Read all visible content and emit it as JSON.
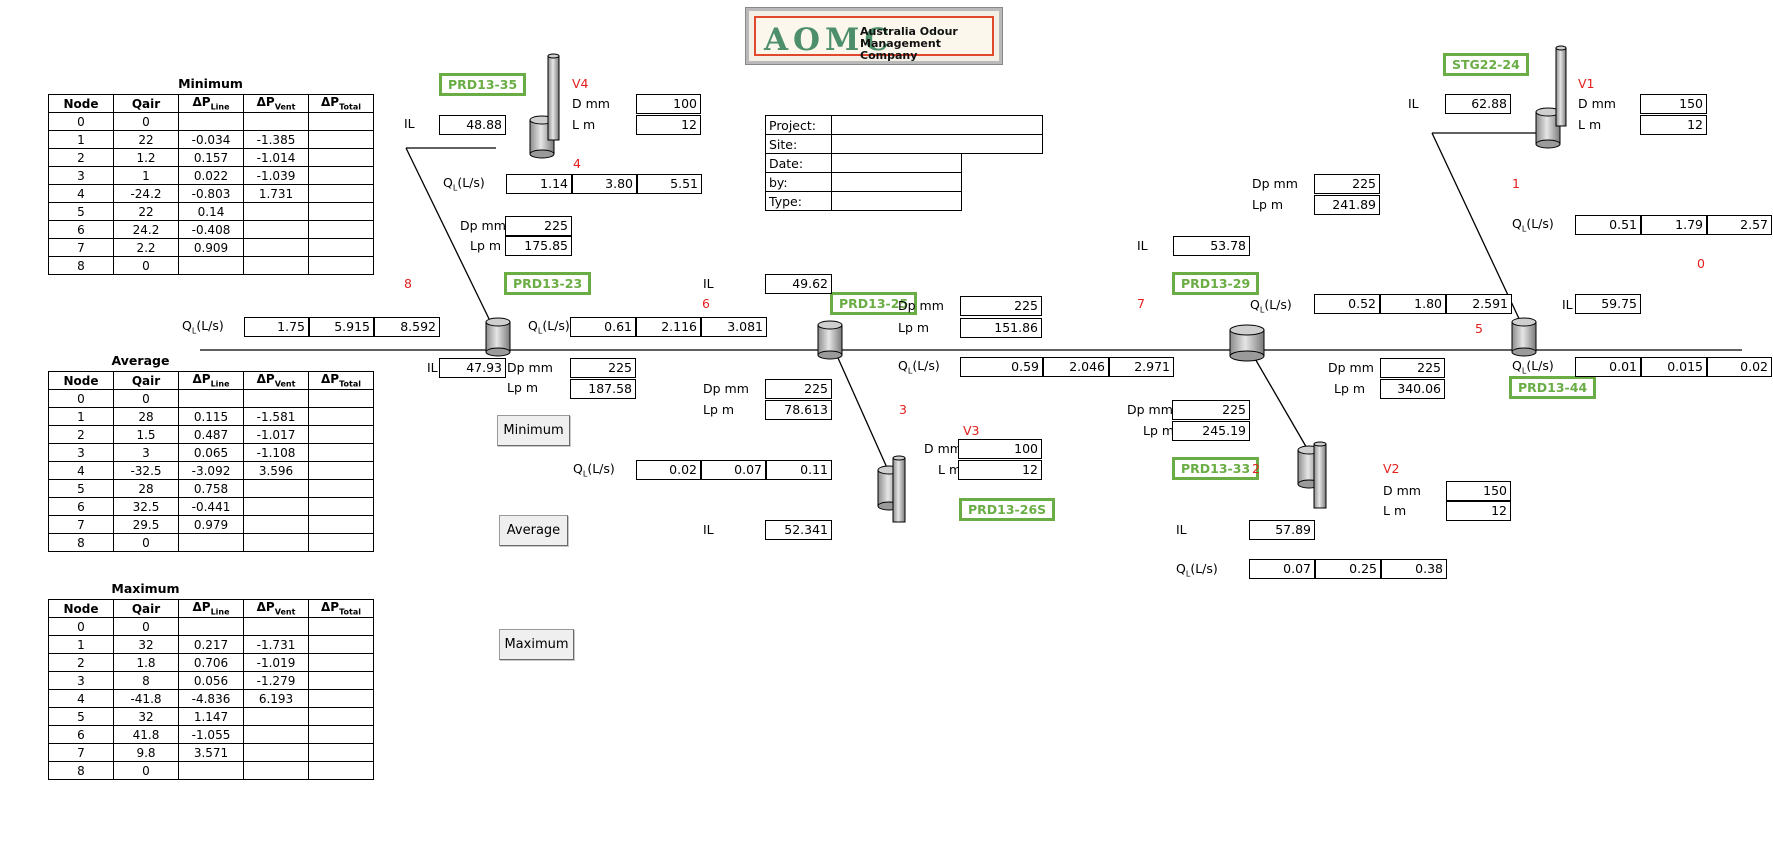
{
  "logo": {
    "abbr": "AOMC",
    "line1": "Australia Odour",
    "line2": "Management Company"
  },
  "tables": {
    "headers": {
      "node": "Node",
      "qair": "Qair",
      "dp": "ΔP",
      "line": "Line",
      "vent": "Vent",
      "total": "Total"
    },
    "minimum": {
      "title": "Minimum",
      "rows": [
        [
          "0",
          "0",
          "",
          "",
          ""
        ],
        [
          "1",
          "22",
          "-0.034",
          "-1.385",
          ""
        ],
        [
          "2",
          "1.2",
          "0.157",
          "-1.014",
          ""
        ],
        [
          "3",
          "1",
          "0.022",
          "-1.039",
          ""
        ],
        [
          "4",
          "-24.2",
          "-0.803",
          "1.731",
          ""
        ],
        [
          "5",
          "22",
          "0.14",
          "",
          ""
        ],
        [
          "6",
          "24.2",
          "-0.408",
          "",
          ""
        ],
        [
          "7",
          "2.2",
          "0.909",
          "",
          ""
        ],
        [
          "8",
          "0",
          "",
          "",
          ""
        ]
      ]
    },
    "average": {
      "title": "Average",
      "rows": [
        [
          "0",
          "0",
          "",
          "",
          ""
        ],
        [
          "1",
          "28",
          "0.115",
          "-1.581",
          ""
        ],
        [
          "2",
          "1.5",
          "0.487",
          "-1.017",
          ""
        ],
        [
          "3",
          "3",
          "0.065",
          "-1.108",
          ""
        ],
        [
          "4",
          "-32.5",
          "-3.092",
          "3.596",
          ""
        ],
        [
          "5",
          "28",
          "0.758",
          "",
          ""
        ],
        [
          "6",
          "32.5",
          "-0.441",
          "",
          ""
        ],
        [
          "7",
          "29.5",
          "0.979",
          "",
          ""
        ],
        [
          "8",
          "0",
          "",
          "",
          ""
        ]
      ]
    },
    "maximum": {
      "title": "Maximum",
      "rows": [
        [
          "0",
          "0",
          "",
          "",
          ""
        ],
        [
          "1",
          "32",
          "0.217",
          "-1.731",
          ""
        ],
        [
          "2",
          "1.8",
          "0.706",
          "-1.019",
          ""
        ],
        [
          "3",
          "8",
          "0.056",
          "-1.279",
          ""
        ],
        [
          "4",
          "-41.8",
          "-4.836",
          "6.193",
          ""
        ],
        [
          "5",
          "32",
          "1.147",
          "",
          ""
        ],
        [
          "6",
          "41.8",
          "-1.055",
          "",
          ""
        ],
        [
          "7",
          "9.8",
          "3.571",
          "",
          ""
        ],
        [
          "8",
          "0",
          "",
          "",
          ""
        ]
      ]
    }
  },
  "buttons": {
    "minimum": "Minimum",
    "average": "Average",
    "maximum": "Maximum"
  },
  "info": {
    "project": "Project:",
    "site": "Site:",
    "date": "Date:",
    "by": "by:",
    "type": "Type:"
  },
  "labels": {
    "il": "IL",
    "dmm": "D mm",
    "lm": "L m",
    "dpmm": "Dp mm",
    "lpm": "Lp m",
    "ql": "Q",
    "ql_sub": "L",
    "ql_unit": "(L/s)"
  },
  "tags": {
    "prd1335": "PRD13-35",
    "prd1323": "PRD13-23",
    "prd1325": "PRD13-25",
    "prd1329": "PRD13-29",
    "stg2224": "STG22-24",
    "prd1344": "PRD13-44",
    "prd1326s": "PRD13-26S",
    "prd1333": "PRD13-33"
  },
  "nodes": {
    "n0": "0",
    "n1": "1",
    "n2": "2",
    "n3": "3",
    "n4": "4",
    "n5": "5",
    "n6": "6",
    "n7": "7",
    "n8": "8",
    "v1": "V1",
    "v2": "V2",
    "v3": "V3",
    "v4": "V4"
  },
  "values": {
    "v4_il": "48.88",
    "v4_d": "100",
    "v4_l": "12",
    "v4_ql": [
      "1.14",
      "3.80",
      "5.51"
    ],
    "seg8_dp": "225",
    "seg8_lp": "175.85",
    "n8_ql": [
      "1.75",
      "5.915",
      "8.592"
    ],
    "n8_il": "47.93",
    "n8_dp": "225",
    "n8_lp": "187.58",
    "n6_il": "49.62",
    "n6_ql": [
      "0.61",
      "2.116",
      "3.081"
    ],
    "n6_dp": "225",
    "n6_lp": "78.613",
    "v3_d": "100",
    "v3_l": "12",
    "v3_ql": [
      "0.02",
      "0.07",
      "0.11"
    ],
    "v3_il": "52.341",
    "n7_dp": "225",
    "n7_lp": "151.86",
    "n7_ql": [
      "0.59",
      "2.046",
      "2.971"
    ],
    "n2_dp": "225",
    "n2_lp": "245.19",
    "n7_il": "53.78",
    "v2_il": "57.89",
    "v2_ql": [
      "0.07",
      "0.25",
      "0.38"
    ],
    "v2_d": "150",
    "v2_l": "12",
    "n1_dp": "225",
    "n1_lp": "241.89",
    "v1_il": "62.88",
    "v1_d": "150",
    "v1_l": "12",
    "n5_ql": [
      "0.52",
      "1.80",
      "2.591"
    ],
    "n5_il": "59.75",
    "n5_dp": "225",
    "n5_lp": "340.06",
    "n1_ql": [
      "0.51",
      "1.79",
      "2.57"
    ],
    "n0_ql": [
      "0.01",
      "0.015",
      "0.02"
    ]
  },
  "colors": {
    "tag": "#6aad45",
    "node": "#e41e1e",
    "logo_border": "#e0492b",
    "logo_text": "#4d8f6a"
  }
}
